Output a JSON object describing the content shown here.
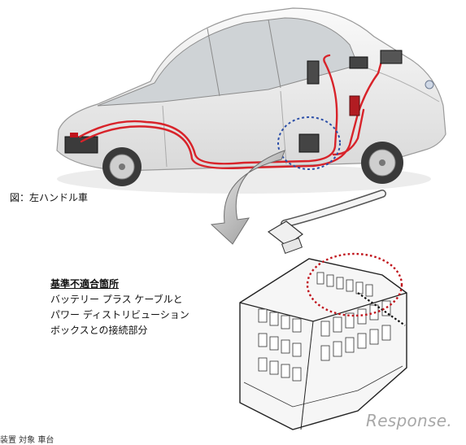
{
  "figure": {
    "caption": "図：左ハンドル車"
  },
  "callout": {
    "title": "基準不適合箇所",
    "lines": [
      "バッテリー プラス ケーブルと",
      "パワー ディストリビューション",
      "ボックスとの接続部分"
    ]
  },
  "watermark": "Response.",
  "footer_partial": "装置 対象 車台",
  "colors": {
    "cable": "#d8232a",
    "highlight_circle": "#c0141c",
    "blue_dotted": "#2c4fa8"
  }
}
